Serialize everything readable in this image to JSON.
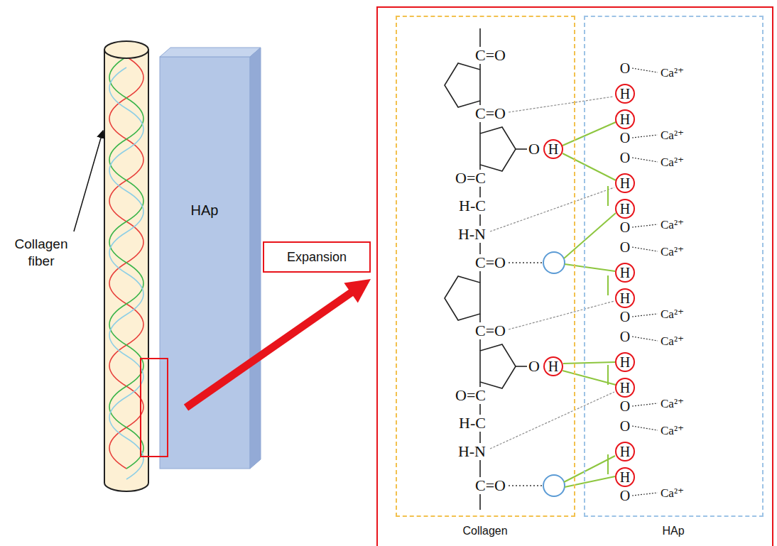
{
  "diagram": {
    "nodes": [
      {
        "text": [
          "HAp"
        ]
      },
      {
        "text": [
          "Expansion"
        ]
      },
      {
        "text": [
          "C=O",
          "C=O",
          "O",
          "O=C",
          "H-C",
          "H-N",
          "C=O",
          "C=O",
          "O",
          "O=C",
          "H-C",
          "H-N",
          "C=O",
          "Collagen"
        ]
      },
      {
        "text": [
          "H"
        ],
        "in": 2
      },
      {
        "text": [
          "H"
        ],
        "in": 2
      },
      {
        "text": [
          "O",
          "Ca²⁺",
          "O",
          "Ca²⁺",
          "O",
          "Ca²⁺",
          "O",
          "Ca²⁺",
          "O",
          "Ca²⁺",
          "O",
          "Ca²⁺",
          "O",
          "Ca²⁺",
          "O",
          "Ca²⁺",
          "O",
          "Ca²⁺",
          "O",
          "Ca²⁺",
          "HAp"
        ]
      },
      {
        "text": [
          "H"
        ],
        "in": 5
      },
      {
        "text": [
          "H"
        ],
        "in": 5
      },
      {
        "text": [
          "H"
        ],
        "in": 5
      },
      {
        "text": [
          "H"
        ],
        "in": 5
      },
      {
        "text": [
          "H"
        ],
        "in": 5
      },
      {
        "text": [
          "H"
        ],
        "in": 5
      },
      {
        "text": [
          "H"
        ],
        "in": 5
      },
      {
        "text": [
          "H"
        ],
        "in": 5
      },
      {
        "text": [
          "H"
        ],
        "in": 5
      },
      {
        "text": [
          "H"
        ],
        "in": 5
      }
    ],
    "labels": [
      "Collagen fiber"
    ]
  }
}
